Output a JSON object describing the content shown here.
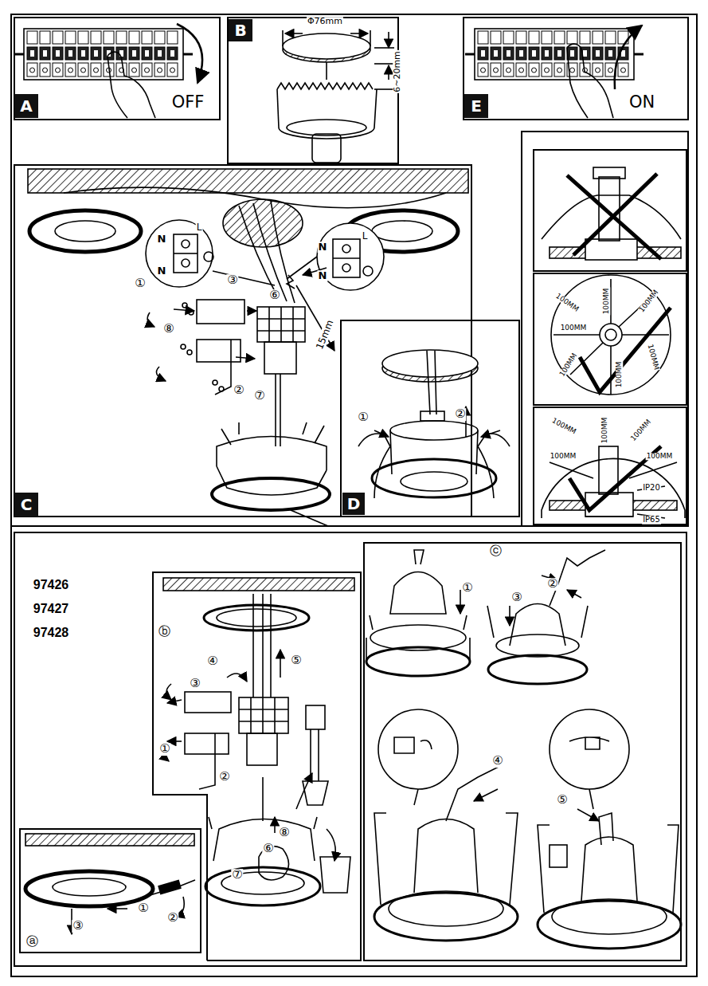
{
  "diagram": {
    "nodes": [
      {
        "text": [
          "A"
        ]
      },
      {
        "text": [
          "B"
        ]
      },
      {
        "text": [
          "E"
        ]
      },
      {
        "text": [
          "C"
        ]
      },
      {
        "text": [
          "D"
        ]
      }
    ],
    "labels": [
      "OFF",
      "ON",
      "Φ76mm",
      "6~20mm",
      "N",
      "L",
      "N",
      "N",
      "L",
      "N",
      "15mm",
      "①",
      "⑧",
      "③",
      "⑥",
      "②",
      "⑦",
      "①",
      "②",
      "100MM",
      "100MM",
      "100MM",
      "100MM",
      "100MM",
      "100MM",
      "100MM",
      "100MM",
      "100MM",
      "100MM",
      "100MM",
      "100MM",
      "IP20",
      "IP65",
      "97426",
      "97427",
      "97428",
      "ⓑ",
      "④",
      "⑤",
      "③",
      "①",
      "②",
      "⑧",
      "⑥",
      "⑦",
      "ⓐ",
      "①",
      "②",
      "③",
      "ⓒ",
      "①",
      "②",
      "③",
      "④",
      "⑤"
    ]
  }
}
